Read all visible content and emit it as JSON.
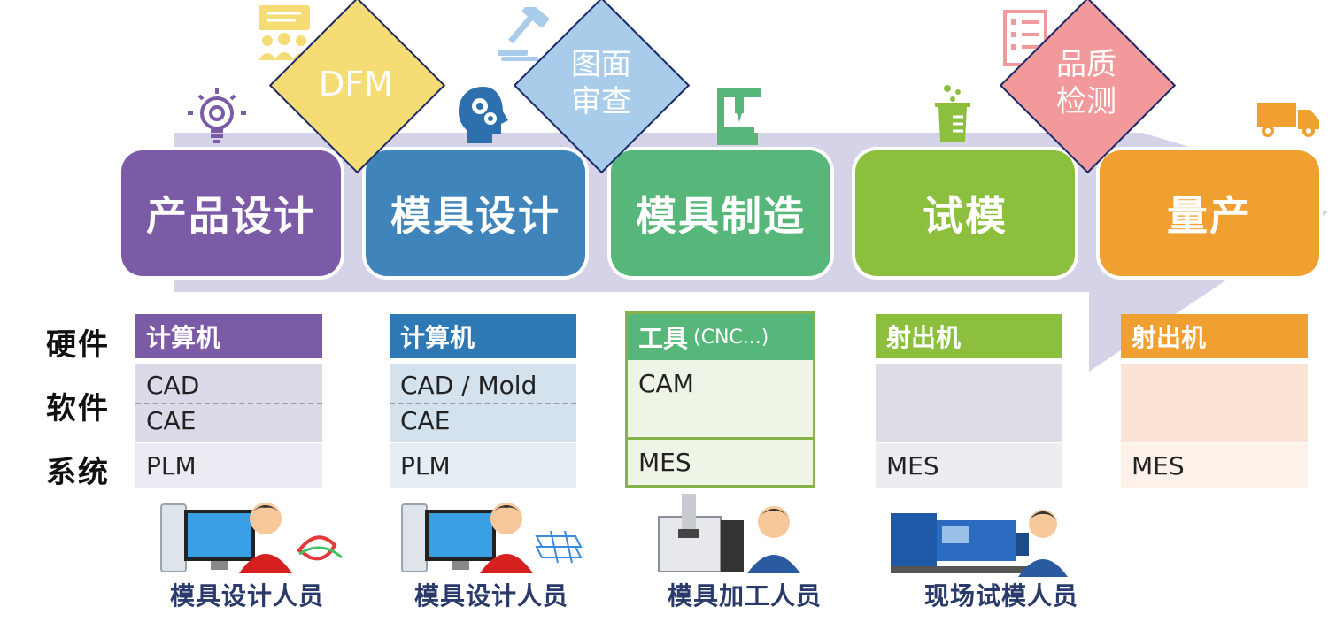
{
  "stages": [
    {
      "label": "产品设计",
      "color": "#7b5aa6"
    },
    {
      "label": "模具设计",
      "color": "#3f85bb"
    },
    {
      "label": "模具制造",
      "color": "#57b67a"
    },
    {
      "label": "试模",
      "color": "#8dbf3f"
    },
    {
      "label": "量产",
      "color": "#f0a030"
    }
  ],
  "diamonds": [
    {
      "text": "DFM",
      "color": "#f5dc74"
    },
    {
      "text": "图面审查",
      "line1": "图面",
      "line2": "审查",
      "color": "#a8ccea"
    },
    {
      "text": "品质检测",
      "line1": "品质",
      "line2": "检测",
      "color": "#f2999c"
    }
  ],
  "row_labels": {
    "hardware": "硬件",
    "software": "软件",
    "system": "系统"
  },
  "columns": [
    {
      "hardware": "计算机",
      "software1": "CAD",
      "software2": "CAE",
      "system": "PLM"
    },
    {
      "hardware": "计算机",
      "software1": "CAD / Mold",
      "software2": "CAE",
      "system": "PLM"
    },
    {
      "hardware": "工具",
      "hardware_note": "(CNC...)",
      "software1": "CAM",
      "software2": "",
      "system": "MES"
    },
    {
      "hardware": "射出机",
      "software1": "",
      "software2": "",
      "system": "MES"
    },
    {
      "hardware": "射出机",
      "software1": "",
      "software2": "",
      "system": "MES"
    }
  ],
  "people": [
    "模具设计人员",
    "模具设计人员",
    "模具加工人员",
    "现场试模人员"
  ],
  "icons": [
    "lightbulb-gear-icon",
    "meeting-icon",
    "head-gears-icon",
    "gavel-icon",
    "cnc-machine-icon",
    "beaker-icon",
    "checklist-icon",
    "truck-icon"
  ]
}
